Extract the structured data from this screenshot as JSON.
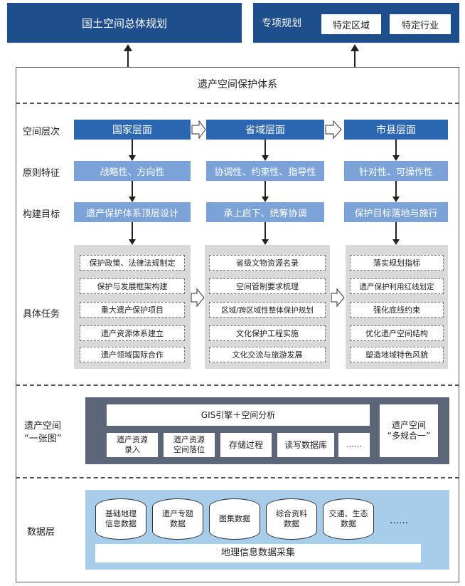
{
  "top": {
    "left_title": "国土空间总体规划",
    "right_title": "专项规划",
    "right_tags": [
      "特定区域",
      "特定行业"
    ]
  },
  "system_title": "遗产空间保护体系",
  "row_labels": {
    "level": "空间层次",
    "principle": "原则特征",
    "goal": "构建目标",
    "tasks": "具体任务"
  },
  "columns": [
    {
      "level": "国家层面",
      "principle": "战略性、方向性",
      "goal": "遗产保护体系顶层设计",
      "tasks": [
        "保护政策、法律法规制定",
        "保护与发展框架构建",
        "重大遗产保护项目",
        "遗产资源体系建立",
        "遗产领域国际合作"
      ]
    },
    {
      "level": "省域层面",
      "principle": "协调性、约束性、指导性",
      "goal": "承上启下、统筹协调",
      "tasks": [
        "省级文物资源名录",
        "空间管制要求梳理",
        "区域/跨区域性整体保护规划",
        "文化保护工程实施",
        "文化交流与旅游发展"
      ]
    },
    {
      "level": "市县层面",
      "principle": "针对性、可操作性",
      "goal": "保护目标落地与施行",
      "tasks": [
        "落实规划指标",
        "遗产保护利用红线划定",
        "强化底线约束",
        "优化遗产空间结构",
        "塑造地域特色风貌"
      ]
    }
  ],
  "one_map": {
    "label_line1": "遗产空间",
    "label_line2": "“一张图”",
    "gis": "GIS引擎＋空间分析",
    "modules": [
      {
        "line1": "遗产资源",
        "line2": "录入"
      },
      {
        "line1": "遗产资源",
        "line2": "空间落位"
      },
      {
        "line1": "存储过程",
        "line2": ""
      },
      {
        "line1": "读写数据库",
        "line2": ""
      },
      {
        "line1": "……",
        "line2": ""
      }
    ],
    "side_line1": "遗产空间",
    "side_line2": "“多规合一”"
  },
  "data_layer": {
    "label": "数据层",
    "cylinders": [
      {
        "line1": "基础地理",
        "line2": "信息数据"
      },
      {
        "line1": "遗产专题",
        "line2": "数据"
      },
      {
        "line1": "图集数据",
        "line2": ""
      },
      {
        "line1": "综合资料",
        "line2": "数据"
      },
      {
        "line1": "交通、生态",
        "line2": "数据"
      }
    ],
    "ellipsis": "……",
    "collection": "地理信息数据采集"
  },
  "colors": {
    "navy": "#1f4e8c",
    "header_blue": "#2b66b0",
    "light_blue": "#7ba3d8",
    "gray_panel": "#d9d9d9",
    "one_map_bg": "#5b6778",
    "data_bg": "#a8cdeb"
  }
}
